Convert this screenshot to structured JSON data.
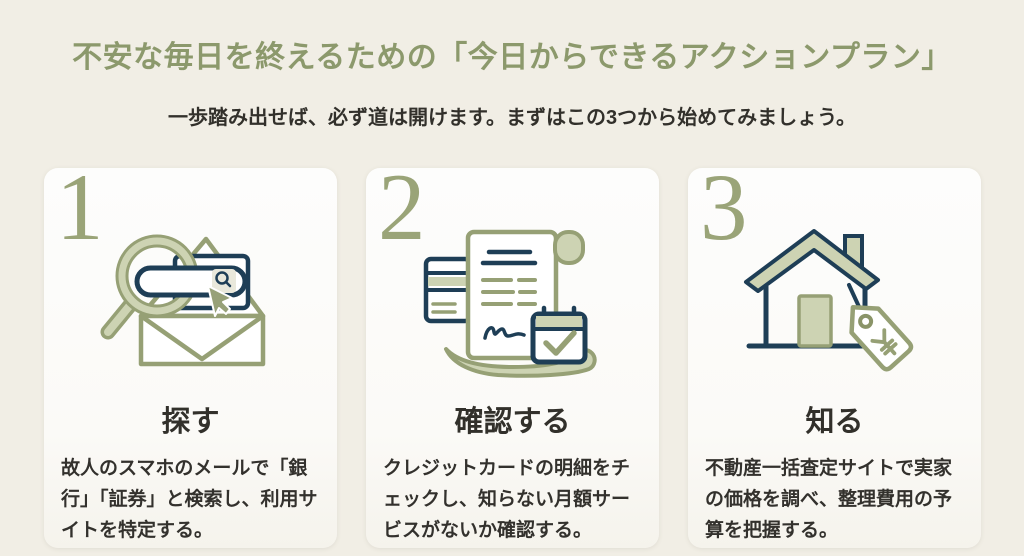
{
  "colors": {
    "background": "#f1eee5",
    "card": "#fcfbf8",
    "title_green": "#8c996c",
    "number_sage": "#9aa478",
    "icon_sage": "#96a075",
    "icon_sage_light": "#cdd3b3",
    "icon_navy": "#1e3e56",
    "text": "#32302b"
  },
  "header": {
    "title": "不安な毎日を終えるための「今日からできるアクションプラン」",
    "subtitle": "一歩踏み出せば、必ず道は開けます。まずはこの3つから始めてみましょう。"
  },
  "cards": [
    {
      "number": "1",
      "icon": "magnifier-mail-icon",
      "heading": "探す",
      "body": "故人のスマホのメールで「銀行」「証券」と検索し、利用サイトを特定する。"
    },
    {
      "number": "2",
      "icon": "receipt-calendar-icon",
      "heading": "確認する",
      "body": "クレジットカードの明細をチェックし、知らない月額サービスがないか確認する。"
    },
    {
      "number": "3",
      "icon": "house-price-tag-icon",
      "heading": "知る",
      "body": "不動産一括査定サイトで実家の価格を調べ、整理費用の予算を把握する。"
    }
  ]
}
